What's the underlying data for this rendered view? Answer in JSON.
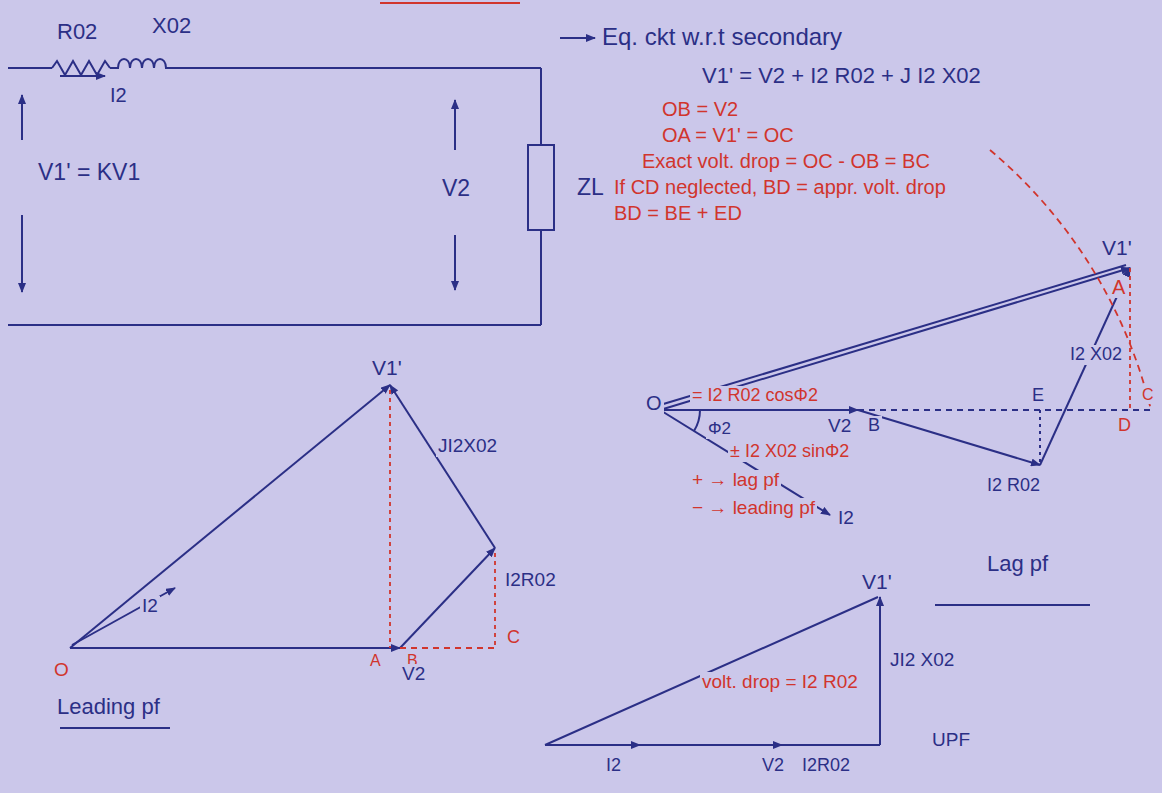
{
  "diagram": {
    "labels": [
      "R02",
      "X02",
      "I2",
      "Eq. ckt w.r.t secondary",
      "V1' = KV1",
      "V2",
      "ZL",
      "V1' = V2 + I2 R02 + J I2 X02",
      "OB = V2",
      "OA = V1' = OC",
      "Exact volt. drop = OC - OB = BC",
      "If CD neglected, BD = appr. volt. drop",
      "BD = BE + ED",
      "V1'",
      "A",
      "E",
      "I2 X02",
      "D",
      "C",
      "O",
      "= I2 R02 cosΦ2",
      "V2",
      "B",
      "Φ2",
      "± I2 X02 sinΦ2",
      "+ → lag pf",
      "− → leading pf",
      "I2",
      "I2 R02",
      "Lag pf",
      "V1'",
      "JI2X02",
      "I2",
      "I2R02",
      "O",
      "A",
      "B",
      "C",
      "V2",
      "Leading pf",
      "V1'",
      "JI2 X02",
      "volt. drop = I2 R02",
      "I2",
      "V2",
      "I2R02",
      "UPF"
    ]
  }
}
